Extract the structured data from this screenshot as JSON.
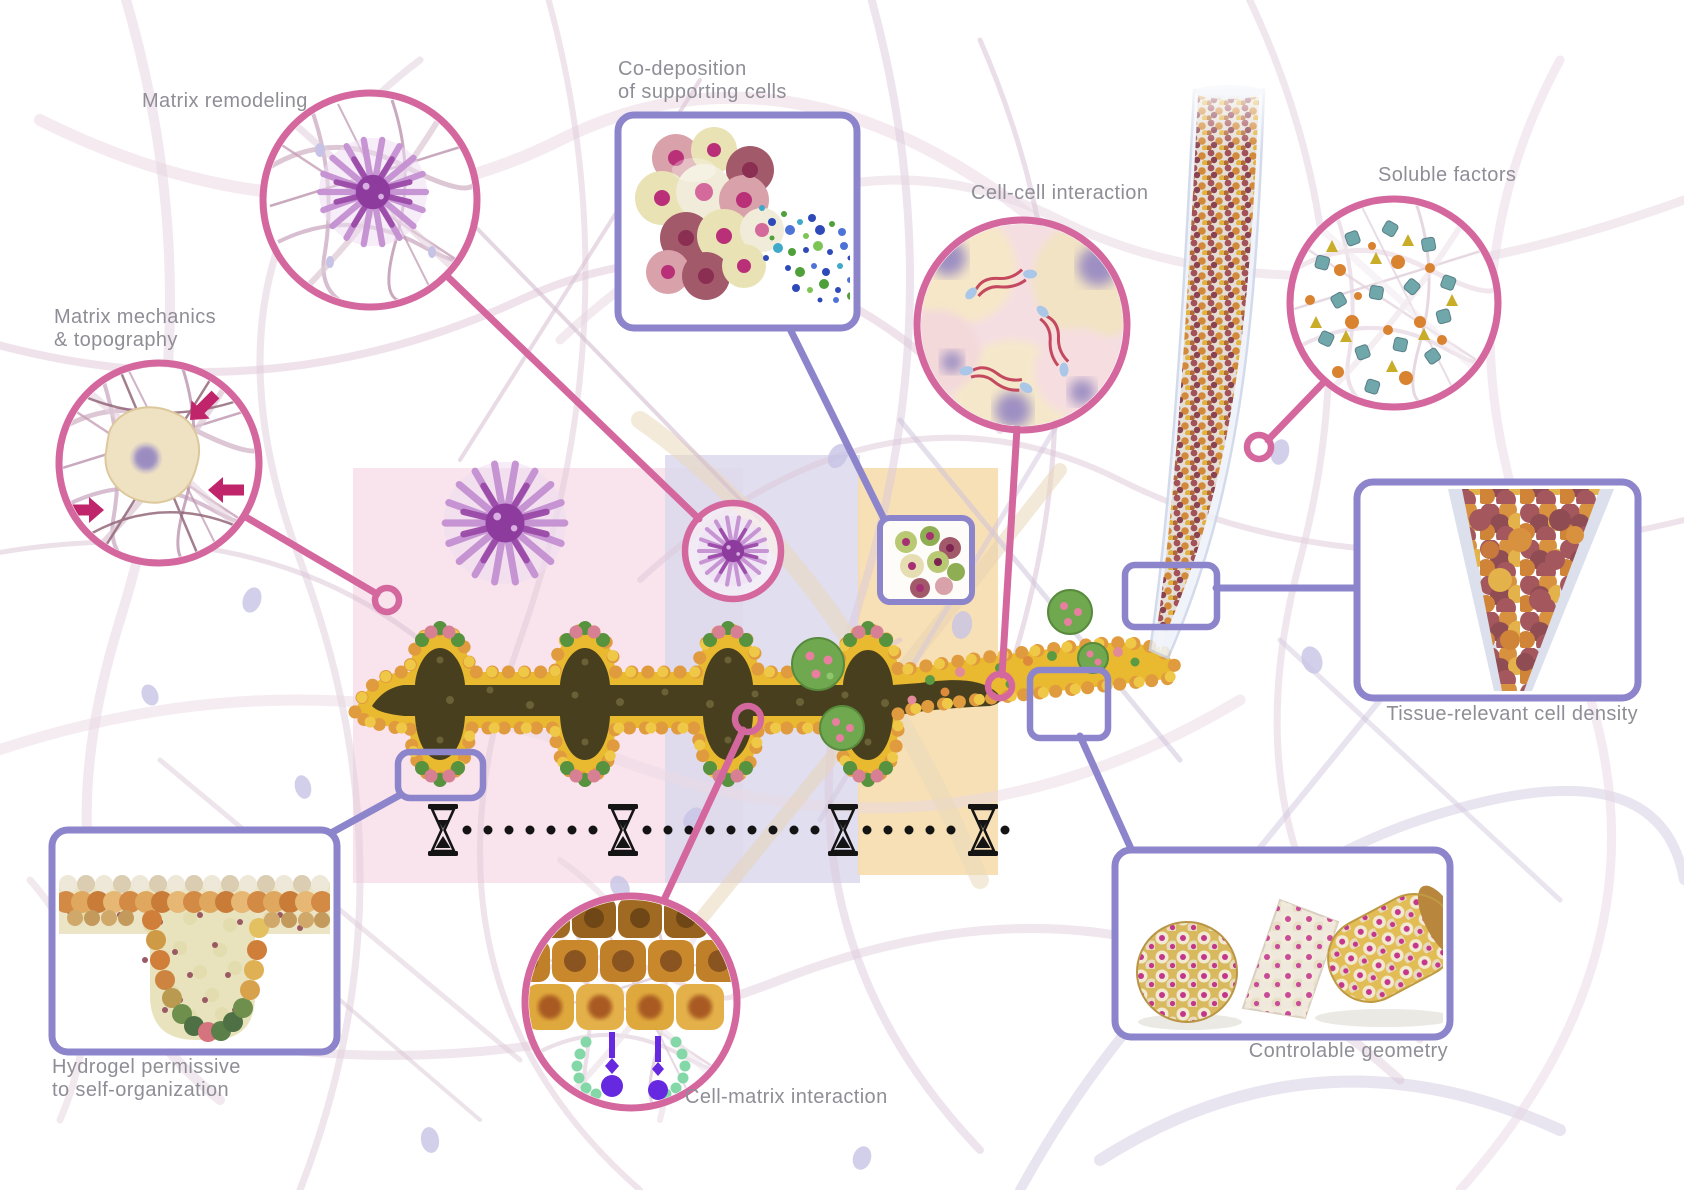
{
  "callouts": {
    "matrix_remodeling": "Matrix remodeling",
    "matrix_mechanics": "Matrix mechanics\n& topography",
    "co_deposition": "Co-deposition\nof supporting cells",
    "cell_cell": "Cell-cell interaction",
    "soluble_factors": "Soluble factors",
    "tissue_density": "Tissue-relevant cell density",
    "hydrogel": "Hydrogel permissive\nto self-organization",
    "cell_matrix": "Cell-matrix interaction",
    "controlable_geometry": "Controlable geometry"
  },
  "icons": {
    "hourglass-icon": "⧗",
    "compression-arrow-icon": "➤",
    "magnifier-anchor-ring": "○"
  },
  "colors": {
    "background": "#ffffff",
    "accent_pink": "#d4679e",
    "accent_purple": "#8d85cb",
    "label_gray": "#8f8d96",
    "timeline_black": "#141414",
    "organoid_yellow": "#e9b92f",
    "organoid_bead_orange": "#df9b3e",
    "lumen_olive": "#473f1e",
    "cap_green": "#57923f",
    "cap_pink": "#d77f93",
    "highlight_pink_rect": "#f7dce7",
    "highlight_lavender_rect": "#dbd8ec",
    "highlight_orange_rect": "#f6dcae",
    "spiky_cell_purple": "#8e3b9e",
    "pipette_bead_maroon": "#a3525a",
    "pipette_bead_orange": "#d28a3a"
  }
}
